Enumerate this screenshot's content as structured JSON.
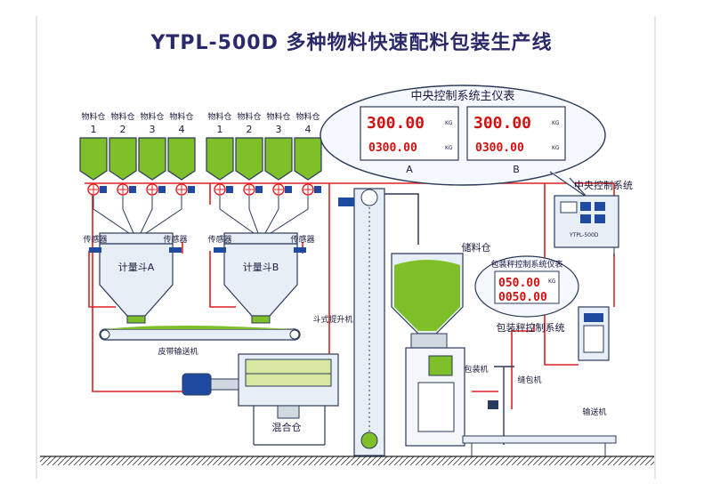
{
  "title": "YTPL-500D  多种物料快速配料包装生产线",
  "silo_label": "物料仓",
  "silo_numbers": [
    "1",
    "2",
    "3",
    "4",
    "1",
    "2",
    "3",
    "4"
  ],
  "sensor_label": "传感器",
  "hopper_a": "计量斗A",
  "hopper_b": "计量斗B",
  "conveyor_belt": "皮带输送机",
  "mixer": "混合仓",
  "elevator": "斗式提升机",
  "storage_bin": "储料仓",
  "packer": "包装机",
  "sewing_machine": "缝包机",
  "output_conveyor": "输送机",
  "central_instrument": {
    "title": "中央控制系统主仪表",
    "a_value": "300.00",
    "a_total": "0300.00",
    "a_label": "A",
    "b_value": "300.00",
    "b_total": "0300.00",
    "b_label": "B",
    "unit": "KG"
  },
  "central_control": "中央控制系统",
  "control_box_text": "YTPL-500D",
  "packaging_instrument": {
    "title": "包装秤控制系统仪表",
    "value": "050.00",
    "total": "0050.00",
    "unit": "KG"
  },
  "packaging_control": "包装秤控制系统",
  "colors": {
    "line": "#e02020",
    "material": "#7fbf2a",
    "steel": "#e8eef5",
    "outline": "#2a3a5a",
    "motor": "#1e4aa0"
  }
}
